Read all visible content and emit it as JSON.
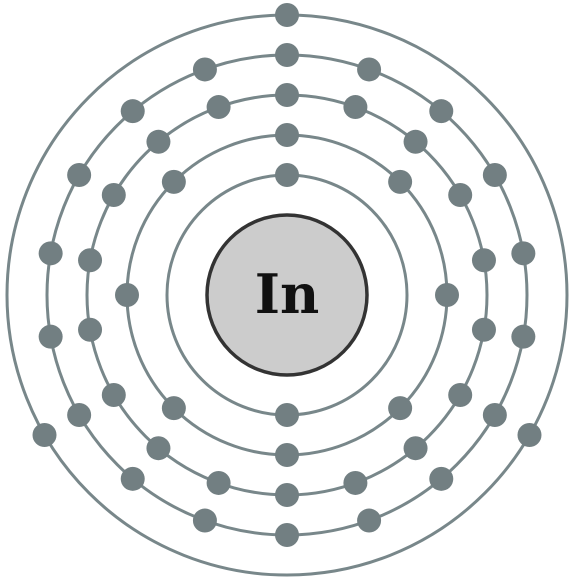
{
  "element": {
    "symbol": "In"
  },
  "shells": [
    {
      "shell": 1,
      "electrons": 2
    },
    {
      "shell": 2,
      "electrons": 8
    },
    {
      "shell": 3,
      "electrons": 18
    },
    {
      "shell": 4,
      "electrons": 18
    },
    {
      "shell": 5,
      "electrons": 3
    }
  ],
  "colors": {
    "orbit": "#78878a",
    "electron": "#727f82",
    "nucleus_fill": "#cccccc",
    "nucleus_stroke": "#333333",
    "label": "#111111",
    "background": "#ffffff"
  }
}
